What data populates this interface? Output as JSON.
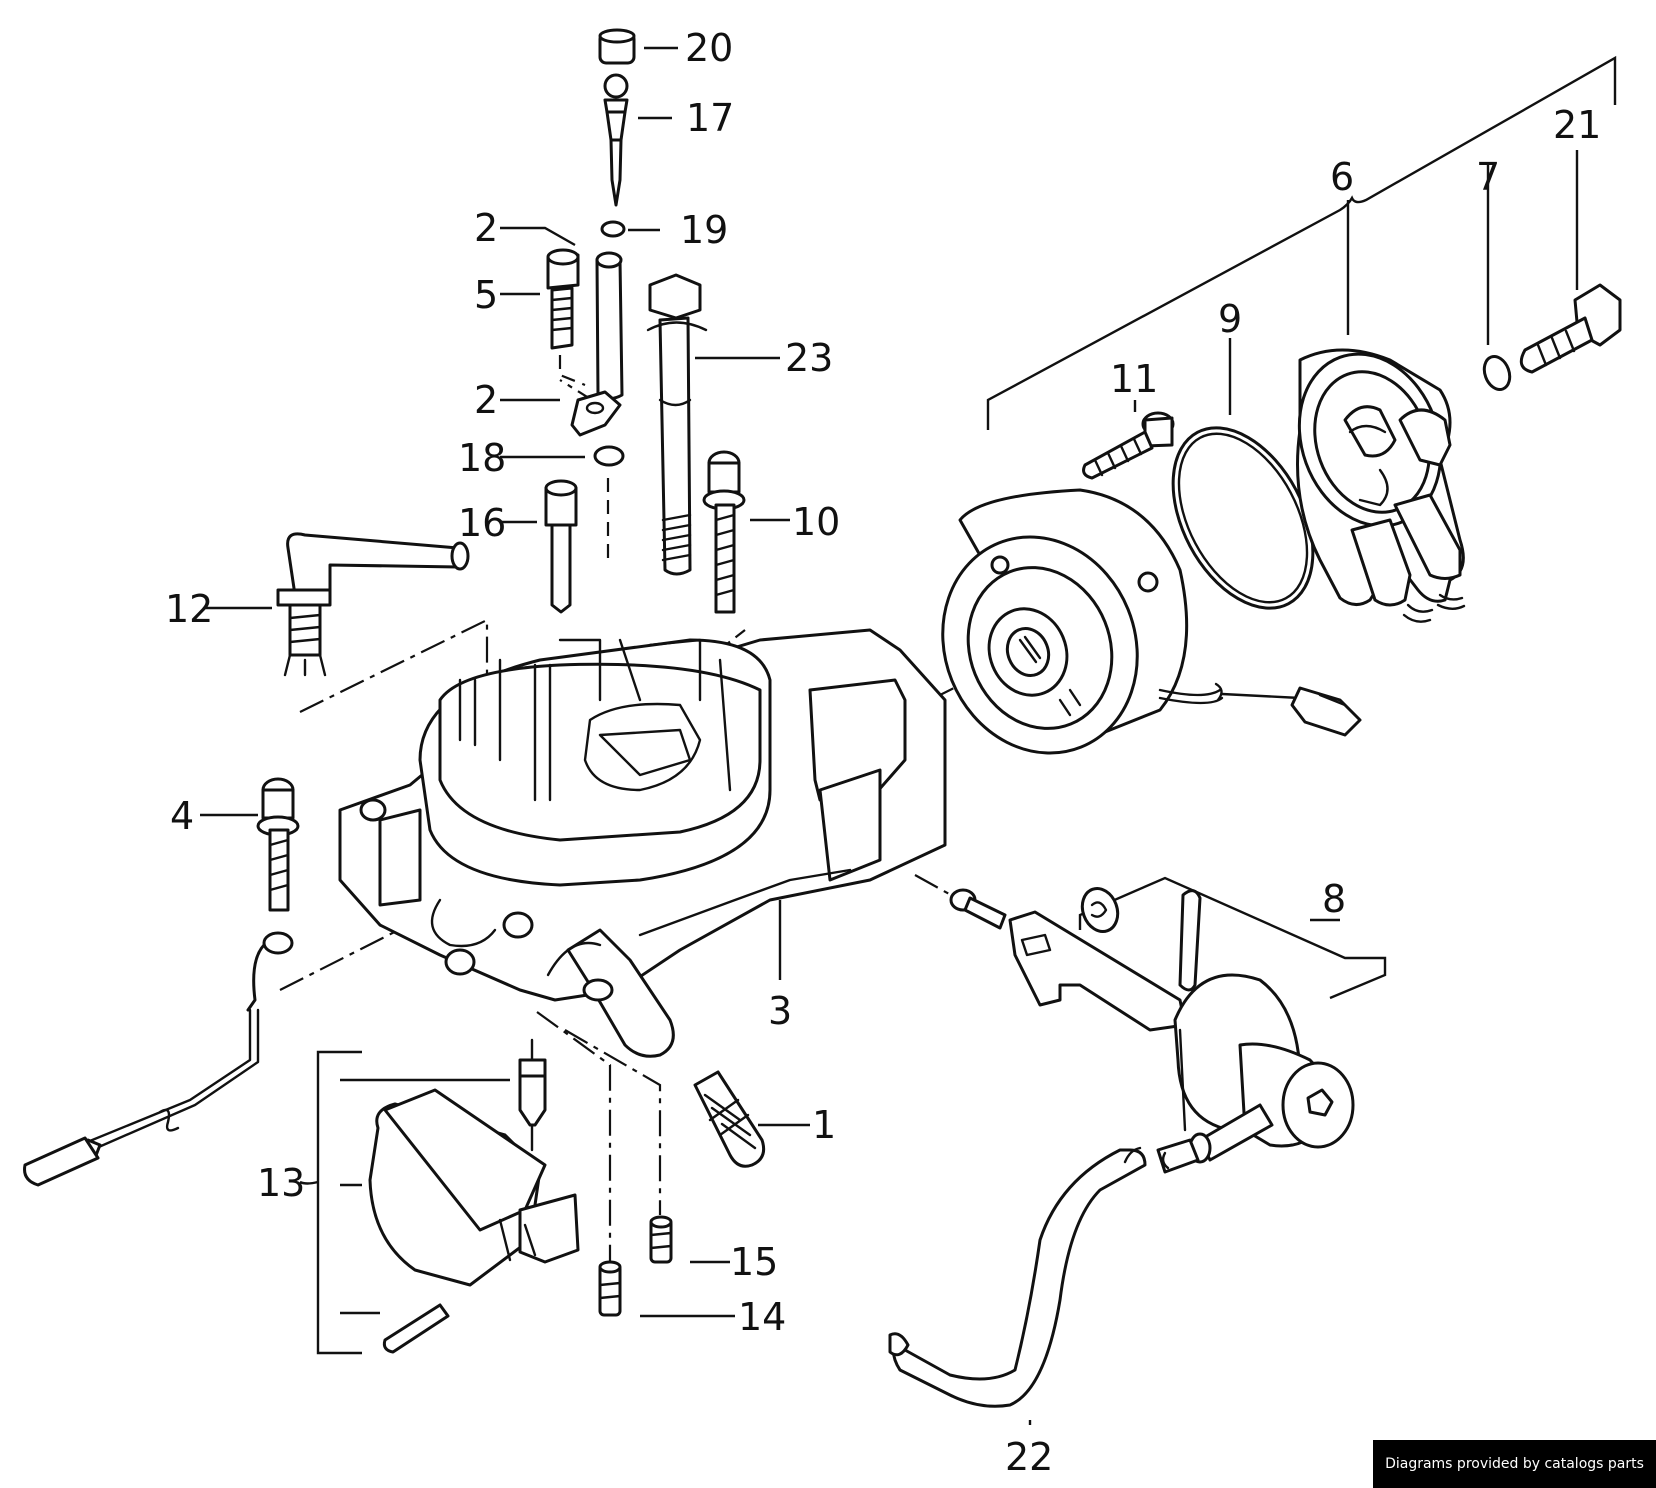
{
  "callouts": {
    "c1": "1",
    "c2a": "2",
    "c2b": "2",
    "c3": "3",
    "c4": "4",
    "c5": "5",
    "c6": "6",
    "c7": "7",
    "c8": "8",
    "c9": "9",
    "c10": "10",
    "c11": "11",
    "c12": "12",
    "c13": "13",
    "c14": "14",
    "c15": "15",
    "c16": "16",
    "c17": "17",
    "c18": "18",
    "c19": "19",
    "c20": "20",
    "c21": "21",
    "c22": "22",
    "c23": "23"
  },
  "credit": "Diagrams provided by catalogs parts",
  "colors": {
    "ink": "#111111",
    "paper": "#ffffff",
    "badge": "#000000"
  }
}
